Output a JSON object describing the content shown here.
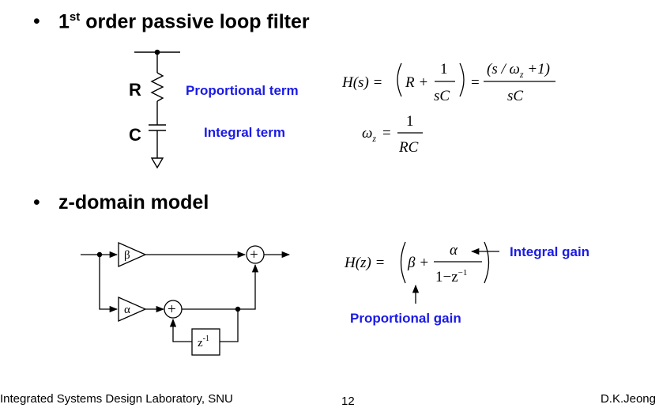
{
  "headings": {
    "first": {
      "bullet": "•",
      "prefix": "1",
      "superscript": "st",
      "rest": " order passive loop filter"
    },
    "second": {
      "bullet": "•",
      "text": "z-domain model"
    }
  },
  "circuit": {
    "resistor_label": "R",
    "capacitor_label": "C",
    "proportional_term": "Proportional term",
    "integral_term": "Integral term"
  },
  "equation_s": {
    "lhs": "H(s) =",
    "r": "R +",
    "num1": "1",
    "den1": "sC",
    "eq": "=",
    "num2": "(s / ω",
    "num2_sub": "z",
    "num2_tail": " +1)",
    "den2": "sC"
  },
  "equation_omega": {
    "lhs": "ω",
    "lhs_sub": "z",
    "eq": "=",
    "num": "1",
    "den": "RC"
  },
  "block_diagram": {
    "beta": "β",
    "alpha": "α",
    "delay": "z",
    "delay_exp": "-1",
    "adder": "+"
  },
  "equation_z": {
    "lhs": "H(z) =",
    "beta": "β +",
    "num": "α",
    "den": "1−z",
    "den_exp": "−1",
    "integral_gain": "Integral gain",
    "proportional_gain": "Proportional gain"
  },
  "footer": {
    "left": "Integrated Systems Design Laboratory, SNU",
    "page": "12",
    "right": "D.K.Jeong"
  },
  "colors": {
    "accent_blue": "#1a1ae6",
    "text": "#000000",
    "background": "#ffffff"
  }
}
